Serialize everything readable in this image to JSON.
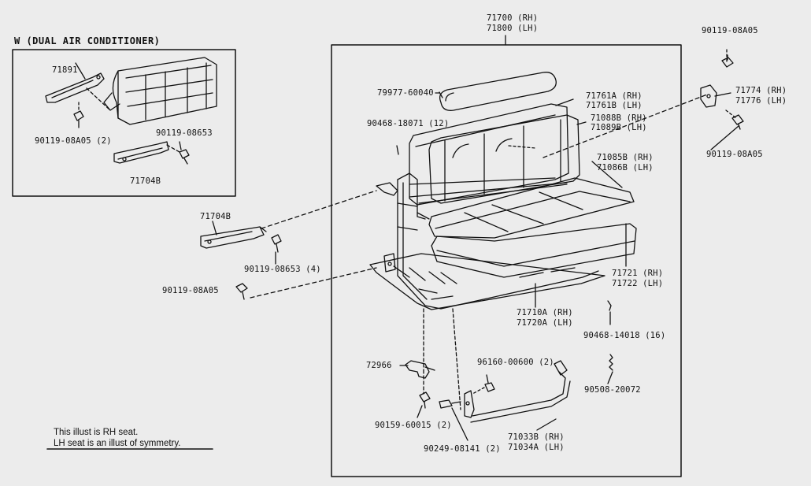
{
  "inset": {
    "title": "W (DUAL AIR CONDITIONER)",
    "labels": {
      "p71891": "71891",
      "p90119_08a05_2": "90119-08A05 (2)",
      "p90119_08653": "90119-08653",
      "p71704b": "71704B"
    }
  },
  "labels": {
    "p71700": "71700 (RH)",
    "p71800": "71800 (LH)",
    "p90119_08a05_top": "90119-08A05",
    "p71774": "71774 (RH)",
    "p71776": "71776 (LH)",
    "p90119_08a05_right": "90119-08A05",
    "p79977": "79977-60040",
    "p71761a": "71761A (RH)",
    "p71761b": "71761B (LH)",
    "p90468_18071": "90468-18071 (12)",
    "p71088b": "71088B (RH)",
    "p71089b": "71089B (LH)",
    "p71085b": "71085B (RH)",
    "p71086b": "71086B (LH)",
    "p71704b_main": "71704B",
    "p90119_08653_4": "90119-08653 (4)",
    "p90119_08a05_left": "90119-08A05",
    "p71721": "71721 (RH)",
    "p71722": "71722 (LH)",
    "p71710a": "71710A (RH)",
    "p71720a": "71720A (LH)",
    "p90468_14018": "90468-14018 (16)",
    "p72966": "72966",
    "p96160": "96160-00600 (2)",
    "p90508": "90508-20072",
    "p90159": "90159-60015 (2)",
    "p90249": "90249-08141 (2)",
    "p71033b": "71033B (RH)",
    "p71034a": "71034A (LH)"
  },
  "note": {
    "line1": "This illust is RH seat.",
    "line2": "LH seat is an illust of symmetry."
  }
}
